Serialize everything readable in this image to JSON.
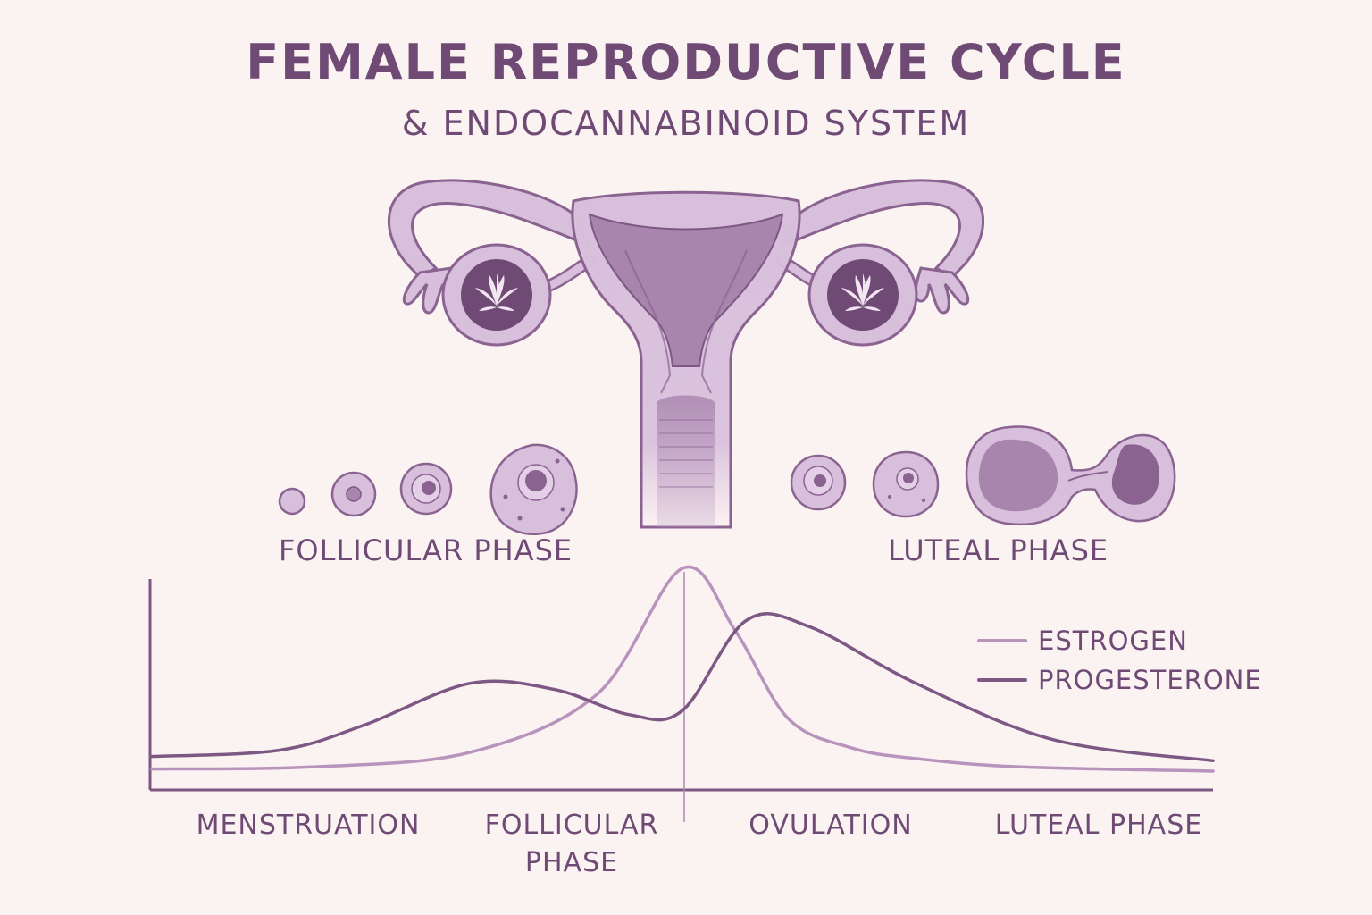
{
  "header": {
    "title": "FEMALE REPRODUCTIVE CYCLE",
    "subtitle": "& ENDOCANNABINOID SYSTEM"
  },
  "anatomy": {
    "follicular_label": "FOLLICULAR PHASE",
    "luteal_label": "LUTEAL PHASE",
    "ovary_icon": "cannabis-leaf-icon"
  },
  "colors": {
    "background": "#fbf2f2",
    "text": "#6e4a75",
    "organ_fill": "#d8bfdc",
    "organ_stroke": "#8a6391",
    "estrogen": "#b894bd",
    "progesterone": "#7d5884"
  },
  "chart_data": {
    "type": "line",
    "categories": [
      "MENSTRUATION",
      "FOLLICULAR PHASE",
      "OVULATION",
      "LUTEAL PHASE"
    ],
    "legend": [
      "ESTROGEN",
      "PROGESTERONE"
    ],
    "x_labels": {
      "menstruation": "MENSTRUATION",
      "follicular_line1": "FOLLICULAR",
      "follicular_line2": "PHASE",
      "ovulation": "OVULATION",
      "luteal": "LUTEAL PHASE"
    },
    "series": [
      {
        "name": "ESTROGEN",
        "x": [
          0,
          0.15,
          0.3,
          0.42,
          0.5,
          0.55,
          0.6,
          0.66,
          0.72,
          0.82,
          1.0
        ],
        "values": [
          4,
          5,
          12,
          40,
          100,
          70,
          28,
          14,
          9,
          5,
          3
        ]
      },
      {
        "name": "PROGESTERONE",
        "x": [
          0,
          0.12,
          0.2,
          0.3,
          0.38,
          0.45,
          0.5,
          0.56,
          0.62,
          0.72,
          0.85,
          1.0
        ],
        "values": [
          10,
          13,
          25,
          45,
          42,
          30,
          32,
          75,
          72,
          45,
          18,
          8
        ]
      }
    ],
    "ylim": [
      0,
      100
    ],
    "grid": false,
    "legend_position": "right"
  }
}
